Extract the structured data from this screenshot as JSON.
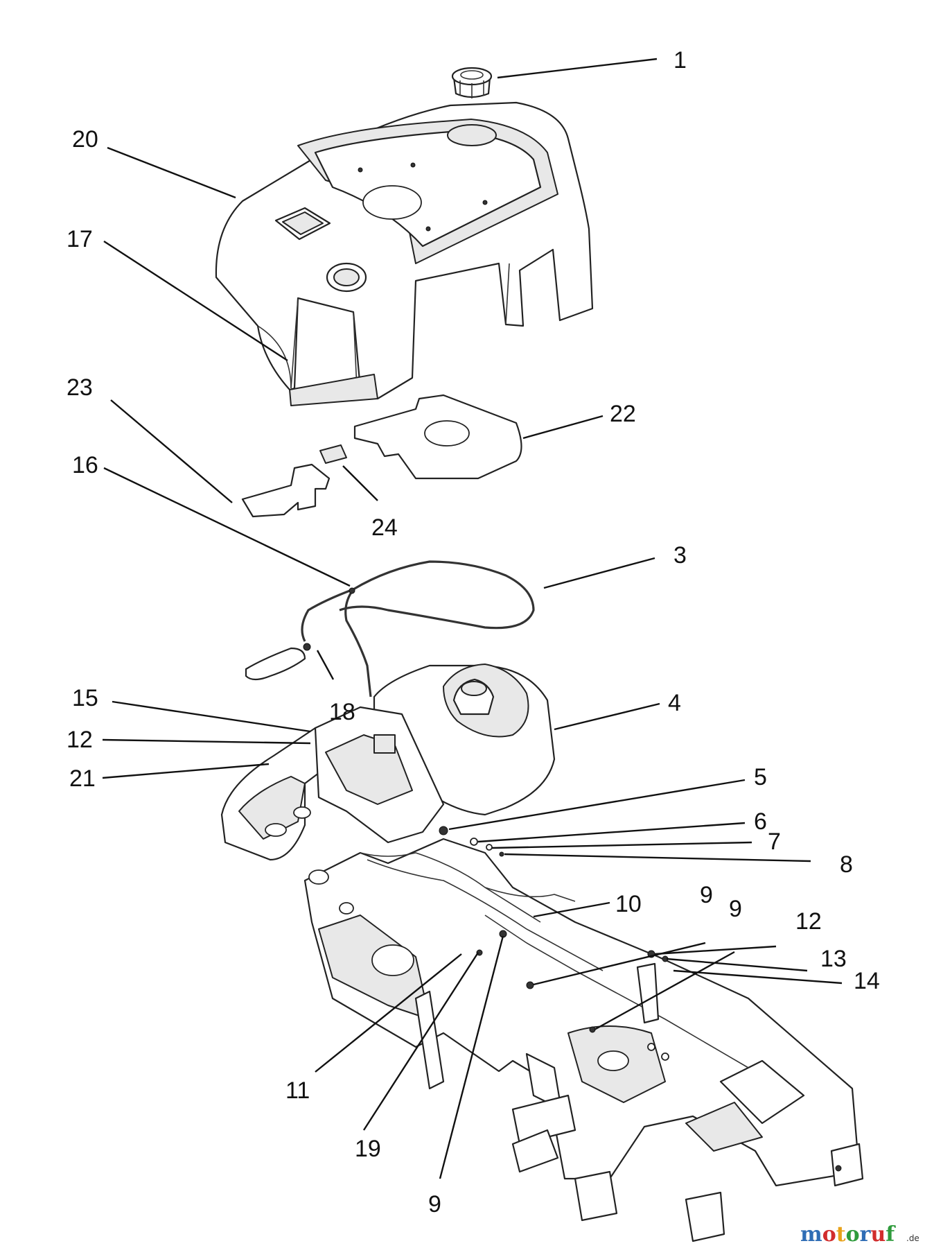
{
  "callouts": [
    {
      "id": "c1",
      "label": "1"
    },
    {
      "id": "c20",
      "label": "20"
    },
    {
      "id": "c17",
      "label": "17"
    },
    {
      "id": "c23",
      "label": "23"
    },
    {
      "id": "c22",
      "label": "22"
    },
    {
      "id": "c16",
      "label": "16"
    },
    {
      "id": "c24",
      "label": "24"
    },
    {
      "id": "c3",
      "label": "3"
    },
    {
      "id": "c15",
      "label": "15"
    },
    {
      "id": "c18",
      "label": "18"
    },
    {
      "id": "c4",
      "label": "4"
    },
    {
      "id": "c12a",
      "label": "12"
    },
    {
      "id": "c21",
      "label": "21"
    },
    {
      "id": "c5",
      "label": "5"
    },
    {
      "id": "c6",
      "label": "6"
    },
    {
      "id": "c7",
      "label": "7"
    },
    {
      "id": "c8",
      "label": "8"
    },
    {
      "id": "c10",
      "label": "10"
    },
    {
      "id": "c9a",
      "label": "9"
    },
    {
      "id": "c9b",
      "label": "9"
    },
    {
      "id": "c12b",
      "label": "12"
    },
    {
      "id": "c13",
      "label": "13"
    },
    {
      "id": "c14",
      "label": "14"
    },
    {
      "id": "c11",
      "label": "11"
    },
    {
      "id": "c19",
      "label": "19"
    },
    {
      "id": "c9c",
      "label": "9"
    }
  ],
  "watermark": {
    "letters": [
      "m",
      "o",
      "t",
      "o",
      "r",
      "u",
      "f"
    ],
    "colors": [
      "#2f6db5",
      "#d12d2d",
      "#e8a21a",
      "#2f9b3c",
      "#2f6db5",
      "#d12d2d",
      "#2f9b3c"
    ],
    "tail": ".de"
  }
}
